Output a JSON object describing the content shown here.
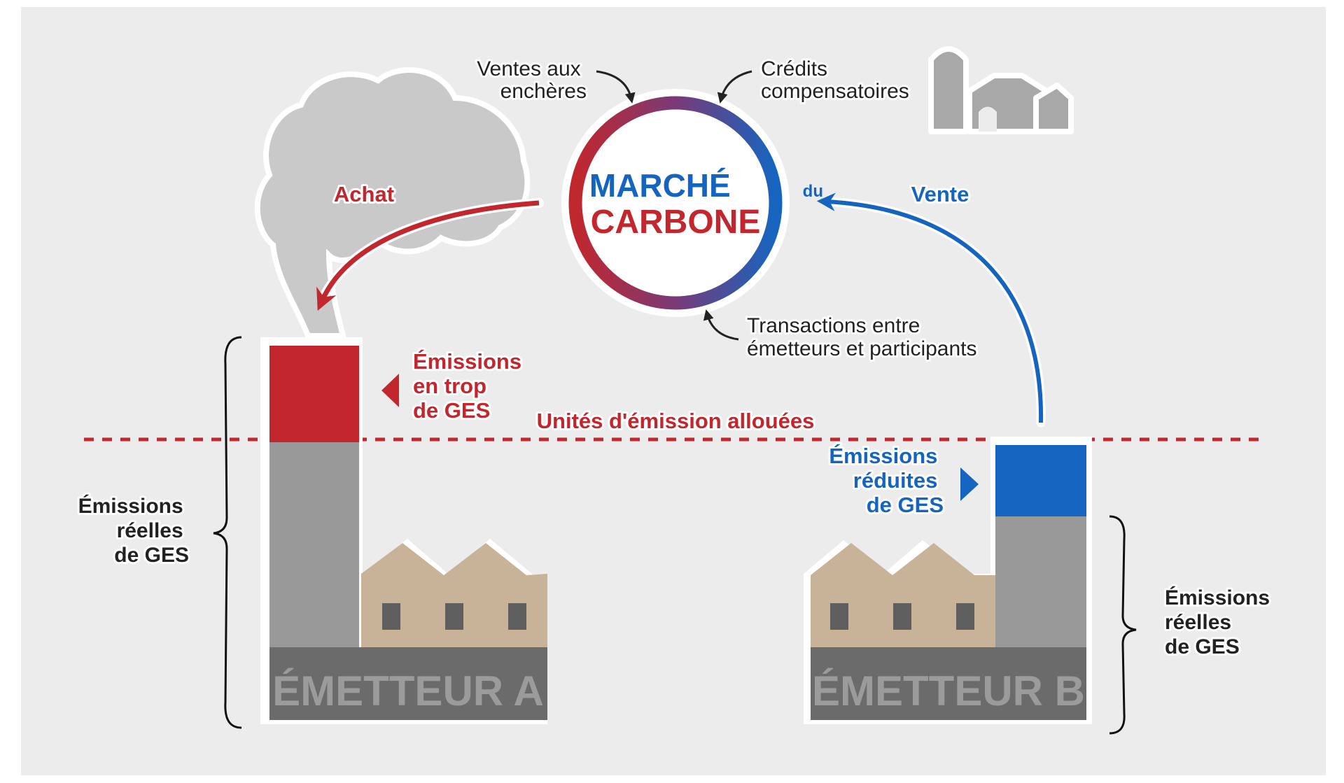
{
  "market": {
    "title_line1": "MARCHÉ",
    "title_du": "du",
    "title_line2": "CARBONE"
  },
  "inputs": {
    "auctions_line1": "Ventes aux",
    "auctions_line2": "enchères",
    "offsets_line1": "Crédits",
    "offsets_line2": "compensatoires",
    "transactions_line1": "Transactions entre",
    "transactions_line2": "émetteurs et participants"
  },
  "flows": {
    "buy": "Achat",
    "sell": "Vente"
  },
  "cap_line": {
    "label": "Unités d'émission allouées"
  },
  "emitter_a": {
    "name": "ÉMETTEUR A",
    "excess_line1": "Émissions",
    "excess_line2": "en trop",
    "excess_line3": "de GES",
    "actual_line1": "Émissions",
    "actual_line2": "réelles",
    "actual_line3": "de GES"
  },
  "emitter_b": {
    "name": "ÉMETTEUR B",
    "reduced_line1": "Émissions",
    "reduced_line2": "réduites",
    "reduced_line3": "de GES",
    "actual_line1": "Émissions",
    "actual_line2": "réelles",
    "actual_line3": "de GES"
  },
  "colors": {
    "background_panel": "#ececec",
    "red": "#c1272d",
    "blue": "#1565c0",
    "chimney_grey": "#999999",
    "factory_base": "#6b6b6b",
    "factory_roof": "#c8b399",
    "cloud": "#c7c7c7",
    "farm": "#a8a8a8"
  },
  "icons": [
    "cloud-icon",
    "farm-icon",
    "factory-a-icon",
    "factory-b-icon"
  ]
}
